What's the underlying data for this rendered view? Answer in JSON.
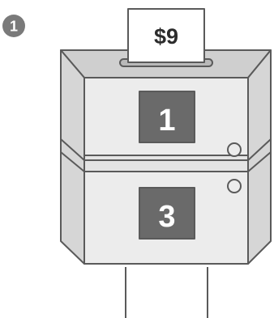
{
  "step_badge": {
    "number": "1"
  },
  "ticket": {
    "price": "$9"
  },
  "upper_door": {
    "label": "1"
  },
  "lower_door": {
    "label": "3"
  },
  "colors": {
    "badge": "#7a7a7a",
    "box_top": "#cfcfcf",
    "box_side": "#d6d6d6",
    "box_front": "#ececec",
    "display": "#6a6a6a",
    "outline": "#5a5a5a"
  }
}
